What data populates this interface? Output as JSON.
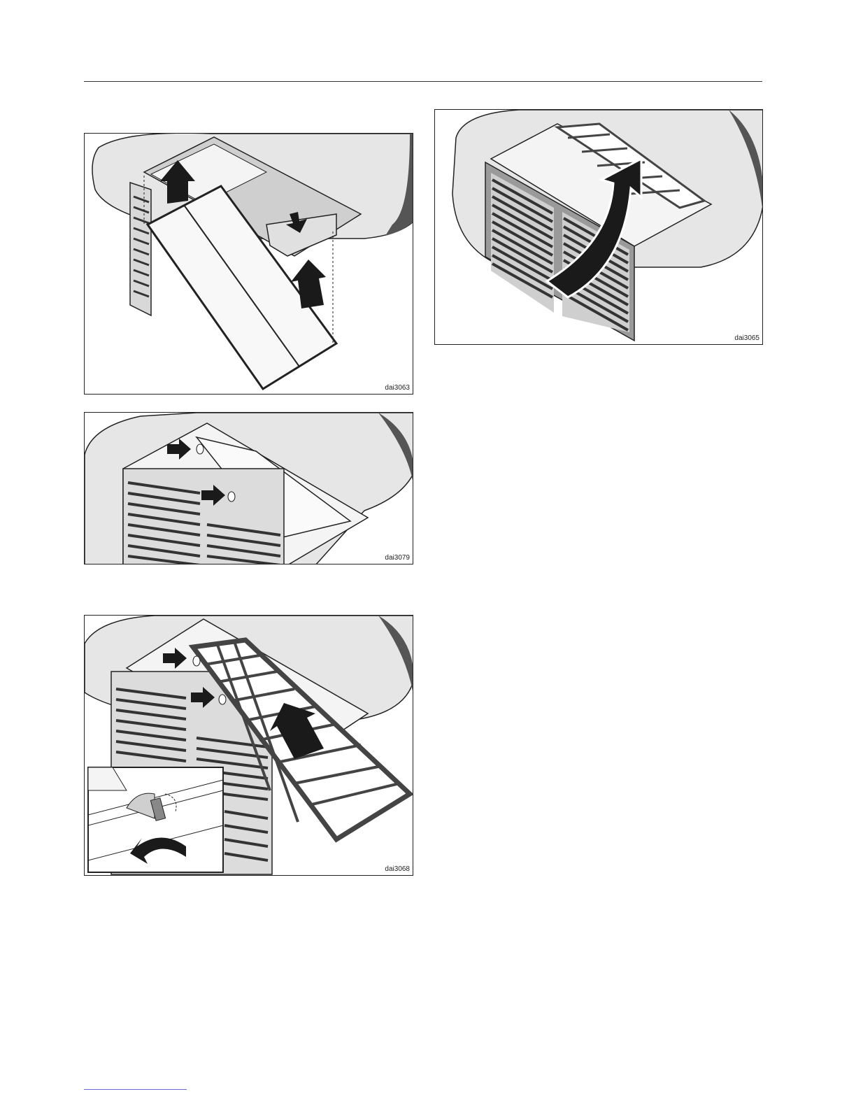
{
  "figures": [
    {
      "id": "dai3063"
    },
    {
      "id": "dai3079"
    },
    {
      "id": "dai3068"
    },
    {
      "id": "dai3065"
    }
  ],
  "colors": {
    "ceiling": "#e6e6e6",
    "ceiling_edge": "#555555",
    "line": "#222222",
    "unit_shade": "#cfcfcf",
    "arrow": "#1a1a1a"
  },
  "icons": [
    "up-arrow-icon",
    "down-arrow-icon",
    "right-arrow-icon",
    "curved-arrow-icon"
  ]
}
